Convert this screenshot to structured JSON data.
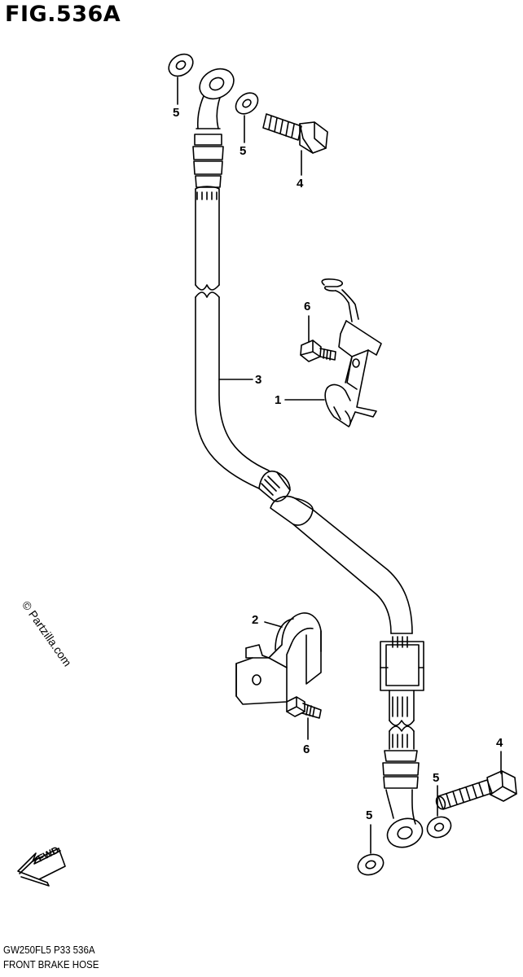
{
  "figure": {
    "title": "FIG.536A",
    "model_code": "GW250FL5  P33  536A",
    "caption": "FRONT BRAKE HOSE"
  },
  "watermark": "© Partzilla.com",
  "direction_badge": "FWD",
  "callouts": {
    "washer_top_left": "5",
    "washer_top_right": "5",
    "bolt_top": "4",
    "screw_upper": "6",
    "hose": "3",
    "clamp_upper": "1",
    "bracket_lower": "2",
    "screw_lower": "6",
    "bolt_bottom": "4",
    "washer_bottom_right": "5",
    "washer_bottom_left": "5"
  }
}
